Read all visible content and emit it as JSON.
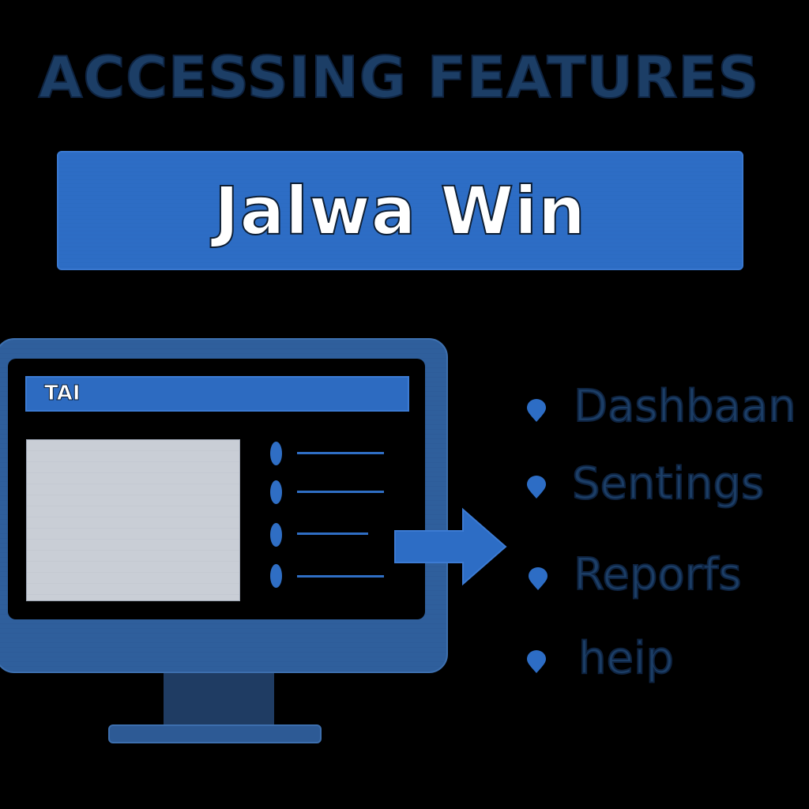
{
  "heading": "ACCESSING FEATURES",
  "banner": {
    "title": "Jalwa Win"
  },
  "monitor": {
    "titlebar_label": "TAI",
    "list_items": 4
  },
  "features": [
    {
      "label": "Dashbaan"
    },
    {
      "label": "Sentings"
    },
    {
      "label": "Reporfs"
    },
    {
      "label": "heip"
    }
  ],
  "colors": {
    "background": "#000000",
    "accent_blue": "#2d6dc5",
    "dark_navy_text": "#1c3e66",
    "monitor_frame": "#2f5f9c",
    "panel_gray": "#c9ced6",
    "white": "#ffffff"
  }
}
